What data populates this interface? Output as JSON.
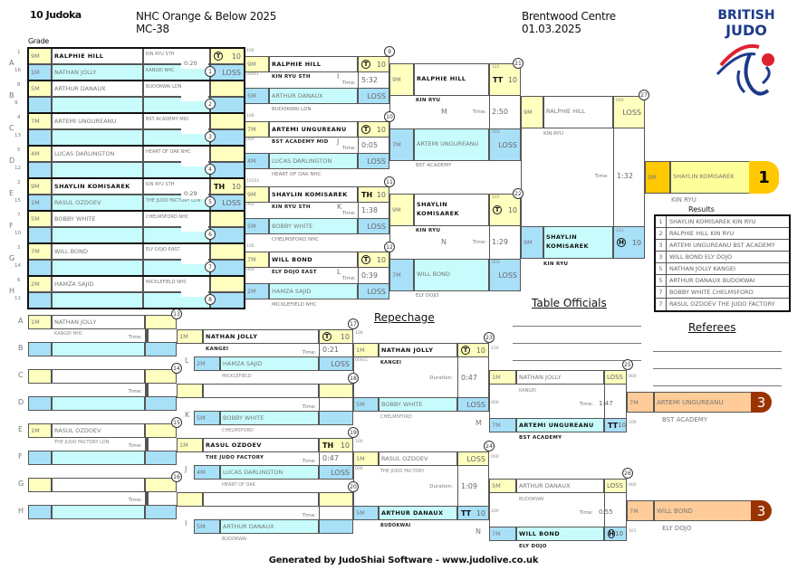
{
  "header": {
    "judoka_count": "10 Judoka",
    "title": "NHC Orange & Below 2025",
    "category": "MC-38",
    "venue": "Brentwood Centre",
    "date": "01.03.2025",
    "grade_label": "Grade",
    "logo_text_1": "BRITISH",
    "logo_text_2": "JUDO"
  },
  "colors": {
    "top_grade": "#ffffc0",
    "bottom_grade": "#a8e0f8",
    "bottom_row": "#c8fcfc",
    "gold": "#ffc800",
    "gold_name": "#ffff99",
    "bronze": "#ffcc99",
    "bronze_badge": "#993300",
    "logo_blue": "#1d3a8a",
    "logo_red": "#e0202e"
  },
  "round1": [
    {
      "match": "1",
      "letter": "A",
      "seeds": [
        "1",
        "16"
      ],
      "time": "0:20",
      "top": {
        "grade": "9M",
        "name": "RALPHIE HILL",
        "club": "KIN RYU STH",
        "winner": true,
        "score": {
          "mark": "T",
          "circled": true,
          "value": "10"
        }
      },
      "bottom": {
        "grade": "1M",
        "name": "NATHAN JOLLY",
        "club": "KANGEI NHC",
        "score": {
          "value": "LOSS"
        }
      }
    },
    {
      "match": "2",
      "letter": "B",
      "seeds": [
        "8",
        "9"
      ],
      "top": {
        "grade": "5M",
        "name": "ARTHUR DANAUX",
        "club": "BUDOKWAI LDN"
      },
      "bottom": null
    },
    {
      "match": "3",
      "letter": "C",
      "seeds": [
        "4",
        "13"
      ],
      "top": {
        "grade": "7M",
        "name": "ARTEMI UNGUREANU",
        "club": "BST ACADEMY MID"
      },
      "bottom": null
    },
    {
      "match": "4",
      "letter": "D",
      "seeds": [
        "5",
        "12"
      ],
      "top": {
        "grade": "4M",
        "name": "LUCAS DARLINGTON",
        "club": "HEART OF OAK NHC"
      },
      "bottom": null
    },
    {
      "match": "5",
      "letter": "E",
      "seeds": [
        "2",
        "15"
      ],
      "time": "0:29",
      "top": {
        "grade": "9M",
        "name": "SHAYLIN KOMISAREK",
        "club": "KIN RYU STH",
        "winner": true,
        "score": {
          "mark": "TH",
          "value": "10"
        }
      },
      "bottom": {
        "grade": "1M",
        "name": "RASUL OZDOEV",
        "club": "THE JUDO FACTORY LDN",
        "score": {
          "value": "LOSS"
        }
      }
    },
    {
      "match": "6",
      "letter": "F",
      "seeds": [
        "7",
        "10"
      ],
      "top": {
        "grade": "5M",
        "name": "BOBBY WHITE",
        "club": "CHELMSFORD NHC"
      },
      "bottom": null
    },
    {
      "match": "7",
      "letter": "G",
      "seeds": [
        "3",
        "14"
      ],
      "top": {
        "grade": "7M",
        "name": "WILL BOND",
        "club": "ELY DOJO EAST"
      },
      "bottom": null
    },
    {
      "match": "8",
      "letter": "H",
      "seeds": [
        "6",
        "11"
      ],
      "top": {
        "grade": "2M",
        "name": "HAMZA SAJID",
        "club": "MICKLEFIELD NHC"
      },
      "bottom": null
    }
  ],
  "round2": [
    {
      "match": "9",
      "letter": "I",
      "time_label": "Time:",
      "time": "5:32",
      "top": {
        "grade": "9M",
        "name": "RALPHIE HILL",
        "club": "KIN RYU STH",
        "code": "100",
        "winner": true,
        "score": {
          "mark": "T",
          "circled": true,
          "value": "10"
        }
      },
      "bottom": {
        "grade": "5M",
        "name": "ARTHUR DANAUX",
        "club": "BUDOKWAI LDN",
        "code": "000s1",
        "score": {
          "value": "LOSS"
        }
      }
    },
    {
      "match": "10",
      "letter": "J",
      "time_label": "Time:",
      "time": "0:05",
      "top": {
        "grade": "7M",
        "name": "ARTEMI UNGUREANU",
        "club": "BST ACADEMY MID",
        "code": "100",
        "winner": true,
        "score": {
          "mark": "T",
          "circled": true,
          "value": "10"
        }
      },
      "bottom": {
        "grade": "4M",
        "name": "LUCAS DARLINGTON",
        "club": "HEART OF OAK NHC",
        "code": "000",
        "score": {
          "value": "LOSS"
        }
      }
    },
    {
      "match": "11",
      "letter": "K",
      "time_label": "Time:",
      "time": "1:38",
      "top": {
        "grade": "9M",
        "name": "SHAYLIN KOMISAREK",
        "club": "KIN RYU STH",
        "code": "10101",
        "winner": true,
        "score": {
          "mark": "TH",
          "value": "10"
        }
      },
      "bottom": {
        "grade": "5M",
        "name": "BOBBY WHITE",
        "club": "CHELMSFORD NHC",
        "code": "000",
        "score": {
          "value": "LOSS"
        }
      }
    },
    {
      "match": "12",
      "letter": "L",
      "time_label": "Time:",
      "time": "0:39",
      "top": {
        "grade": "7M",
        "name": "WILL BOND",
        "club": "ELY DOJO EAST",
        "code": "100",
        "winner": true,
        "score": {
          "mark": "T",
          "circled": true,
          "value": "10"
        }
      },
      "bottom": {
        "grade": "2M",
        "name": "HAMZA SAJID",
        "club": "MICKLEFIELD NHC",
        "code": "000",
        "score": {
          "value": "LOSS"
        }
      }
    }
  ],
  "round3": [
    {
      "match": "21",
      "letter": "M",
      "time_label": "Time:",
      "time": "2:50",
      "top": {
        "grade": "9M",
        "name": "RALPHIE HILL",
        "club": "KIN RYU",
        "code": "101",
        "winner": true,
        "score": {
          "mark": "TT",
          "value": "10"
        }
      },
      "bottom": {
        "grade": "7M",
        "name": "ARTEMI UNGUREANU",
        "club": "BST ACADEMY",
        "code": "000",
        "score": {
          "value": "LOSS"
        }
      }
    },
    {
      "match": "22",
      "letter": "N",
      "time_label": "Time:",
      "time": "1:29",
      "top": {
        "grade": "9M",
        "name": "SHAYLIN KOMISAREK",
        "club": "KIN RYU",
        "code": "101",
        "winner": true,
        "score": {
          "mark": "T",
          "circled": true,
          "value": "10"
        }
      },
      "bottom": {
        "grade": "7M",
        "name": "WILL BOND",
        "club": "ELY DOJO",
        "code": "000",
        "score": {
          "value": "LOSS"
        }
      }
    }
  ],
  "final": {
    "match": "27",
    "time_label": "Time:",
    "time": "1:32",
    "top": {
      "grade": "9M",
      "name": "RALPHIE HILL",
      "club": "KIN RYU",
      "code": "000",
      "score": {
        "value": "LOSS"
      }
    },
    "bottom": {
      "grade": "9M",
      "name": "SHAYLIN KOMISAREK",
      "club": "KIN RYU",
      "code": "101",
      "winner": true,
      "score": {
        "mark": "H",
        "circled": true,
        "value": "10"
      }
    }
  },
  "winner": {
    "grade": "9M",
    "name": "SHAYLIN KOMISAREK",
    "club": "KIN RYU",
    "place": "1"
  },
  "results": {
    "title": "Results",
    "rows": [
      {
        "place": "1",
        "text": "SHAYLIN KOMISAREK KIN RYU"
      },
      {
        "place": "2",
        "text": "RALPHIE HILL KIN RYU"
      },
      {
        "place": "3",
        "text": "ARTEMI UNGUREANU BST ACADEMY"
      },
      {
        "place": "3",
        "text": "WILL BOND ELY DOJO"
      },
      {
        "place": "5",
        "text": "NATHAN JOLLY KANGEI"
      },
      {
        "place": "5",
        "text": "ARTHUR DANAUX BUDOKWAI"
      },
      {
        "place": "7",
        "text": "BOBBY WHITE CHELMSFORD"
      },
      {
        "place": "7",
        "text": "RASUL OZDOEV THE JUDO FACTORY"
      }
    ]
  },
  "repechage": {
    "title": "Repechage",
    "row_letters": [
      "A",
      "B",
      "C",
      "D",
      "E",
      "F",
      "G",
      "H"
    ],
    "round1": [
      {
        "match": "13",
        "time_label": "Time:",
        "top": {
          "grade": "1M",
          "name": "NATHAN JOLLY",
          "club": "KANGEI NHC"
        },
        "bottom": null
      },
      {
        "match": "14",
        "time_label": "Time:",
        "top": null,
        "bottom": null
      },
      {
        "match": "15",
        "time_label": "Time:",
        "top": {
          "grade": "1M",
          "name": "RASUL OZDOEV",
          "club": "THE JUDO FACTORY LDN"
        },
        "bottom": null
      },
      {
        "match": "16",
        "time_label": "Time:",
        "top": null,
        "bottom": null
      }
    ],
    "round2": [
      {
        "match": "17",
        "letter": "L",
        "time_label": "Time:",
        "time": "0:21",
        "code": "100",
        "top": {
          "grade": "1M",
          "name": "NATHAN JOLLY",
          "club": "KANGEI",
          "winner": true,
          "score": {
            "mark": "T",
            "circled": true,
            "value": "10"
          }
        },
        "bottom": {
          "grade": "2M",
          "name": "HAMZA SAJID",
          "club": "MICKLEFIELD",
          "score": {
            "value": "LOSS"
          }
        },
        "code2": "000s1"
      },
      {
        "match": "18",
        "letter": "K",
        "time_label": "Time:",
        "top": null,
        "bottom": {
          "grade": "5M",
          "name": "BOBBY WHITE",
          "club": "CHELMSFORD"
        }
      },
      {
        "match": "19",
        "letter": "J",
        "time_label": "Time:",
        "time": "0:47",
        "code": "100",
        "top": {
          "grade": "1M",
          "name": "RASUL OZDOEV",
          "club": "THE JUDO FACTORY",
          "winner": true,
          "score": {
            "mark": "TH",
            "value": "10"
          }
        },
        "bottom": {
          "grade": "4M",
          "name": "LUCAS DARLINGTON",
          "club": "HEART OF OAK",
          "score": {
            "value": "LOSS"
          }
        },
        "code2": "000"
      },
      {
        "match": "20",
        "letter": "I",
        "time_label": "Time:",
        "top": null,
        "bottom": {
          "grade": "5M",
          "name": "ARTHUR DANAUX",
          "club": "BUDOKWAI"
        }
      }
    ],
    "round3": [
      {
        "match": "23",
        "time_label": "Duration:",
        "time": "0:47",
        "top": {
          "grade": "1M",
          "name": "NATHAN JOLLY",
          "club": "KANGEI",
          "winner": true,
          "code": "110",
          "score": {
            "mark": "T",
            "circled": true,
            "value": "10"
          }
        },
        "bottom": {
          "grade": "5M",
          "name": "BOBBY WHITE",
          "club": "CHELMSFORD",
          "code": "000",
          "score": {
            "value": "LOSS"
          }
        }
      },
      {
        "match": "24",
        "time_label": "Duration:",
        "time": "1:09",
        "top": {
          "grade": "1M",
          "name": "RASUL OZDOEV",
          "club": "THE JUDO FACTORY",
          "code": "000",
          "score": {
            "value": "LOSS"
          }
        },
        "bottom": {
          "grade": "5M",
          "name": "ARTHUR DANAUX",
          "club": "BUDOKWAI",
          "winner": true,
          "code": "100",
          "score": {
            "mark": "TT",
            "value": "10"
          }
        }
      }
    ],
    "round4": [
      {
        "match": "25",
        "letter": "M",
        "time_label": "Time:",
        "time": "1:47",
        "top": {
          "grade": "1M",
          "name": "NATHAN JOLLY",
          "club": "KANGEI",
          "code": "000",
          "score": {
            "value": "LOSS"
          }
        },
        "bottom": {
          "grade": "7M",
          "name": "ARTEMI UNGUREANU",
          "club": "BST ACADEMY",
          "winner": true,
          "code": "100",
          "score": {
            "mark": "TT",
            "value": "10"
          }
        },
        "bronze": {
          "grade": "7M",
          "name": "ARTEMI UNGUREANU",
          "club": "BST ACADEMY",
          "place": "3"
        }
      },
      {
        "match": "26",
        "letter": "N",
        "time_label": "Time:",
        "time": "0:55",
        "top": {
          "grade": "5M",
          "name": "ARTHUR DANAUX",
          "club": "BUDOKWAI",
          "code": "000",
          "score": {
            "value": "LOSS"
          }
        },
        "bottom": {
          "grade": "7M",
          "name": "WILL BOND",
          "club": "ELY DOJO",
          "winner": true,
          "code": "101",
          "score": {
            "mark": "H",
            "circled": true,
            "value": "10"
          }
        },
        "bronze": {
          "grade": "7M",
          "name": "WILL BOND",
          "club": "ELY DOJO",
          "place": "3"
        }
      }
    ]
  },
  "officials": {
    "table_title": "Table Officials",
    "referees_title": "Referees"
  },
  "footer": {
    "text": "Generated by JudoShiai Software - www.judolive.co.uk"
  }
}
